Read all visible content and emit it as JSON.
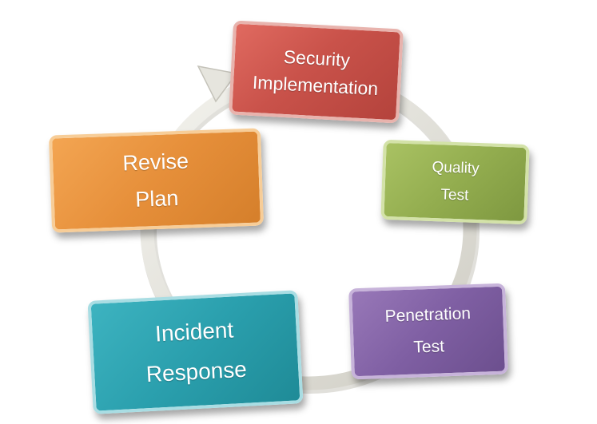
{
  "diagram": {
    "type": "cycle",
    "colors": {
      "ring": "#e4e3dc",
      "security": "#c9524a",
      "quality": "#93ad4f",
      "penetration": "#7f5fa3",
      "incident": "#2a9fad",
      "revise": "#e68f3a"
    },
    "nodes": {
      "security": {
        "line1": "Security",
        "line2": "Implementation"
      },
      "quality": {
        "line1": "Quality",
        "line2": "Test"
      },
      "penetration": {
        "line1": "Penetration",
        "line2": "Test"
      },
      "incident": {
        "line1": "Incident",
        "line2": "Response"
      },
      "revise": {
        "line1": "Revise",
        "line2": "Plan"
      }
    }
  }
}
